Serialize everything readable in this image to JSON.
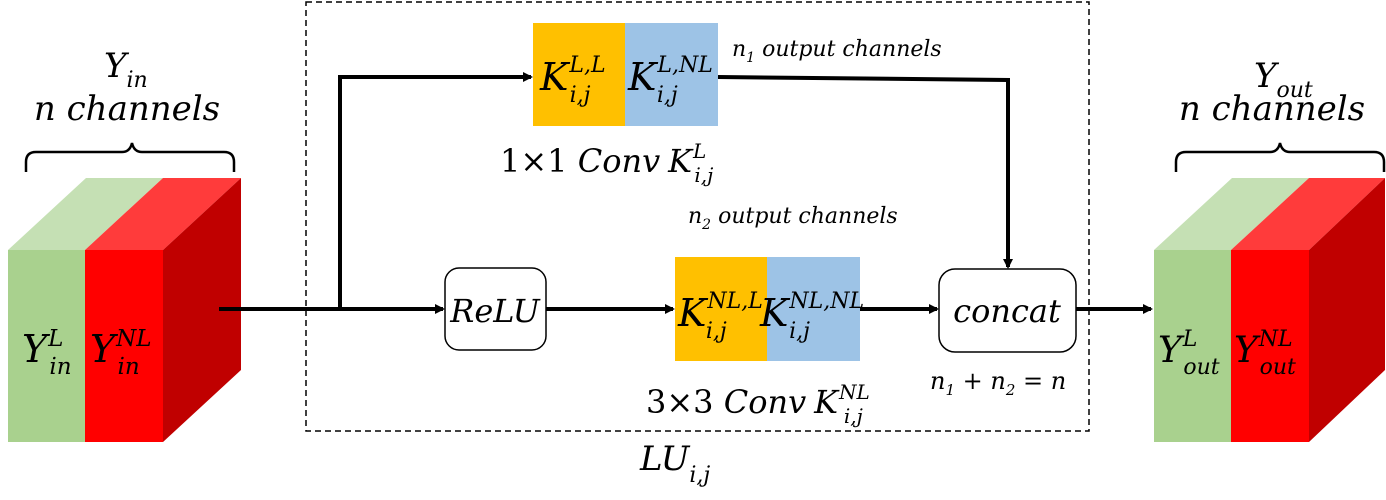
{
  "input": {
    "label_main": "Y",
    "label_sub": "in",
    "channels_label": "n channels",
    "left_face": {
      "main": "Y",
      "sub": "in",
      "sup": "L"
    },
    "right_face": {
      "main": "Y",
      "sub": "in",
      "sup": "NL"
    }
  },
  "output": {
    "label_main": "Y",
    "label_sub": "out",
    "channels_label": "n channels",
    "left_face": {
      "main": "Y",
      "sub": "out",
      "sup": "L"
    },
    "right_face": {
      "main": "Y",
      "sub": "out",
      "sup": "NL"
    }
  },
  "top_conv": {
    "k1": {
      "main": "K",
      "sub": "i,j",
      "sup": "L,L"
    },
    "k2": {
      "main": "K",
      "sub": "i,j",
      "sup": "L,NL"
    },
    "caption_prefix": "1×1 ",
    "caption_italic": "Conv",
    "caption_k": {
      "main": "K",
      "sub": "i,j",
      "sup": "L"
    },
    "output_label": {
      "var": "n",
      "sub": "1",
      "rest": " output channels"
    }
  },
  "bottom_conv": {
    "k1": {
      "main": "K",
      "sub": "i,j",
      "sup": "NL,L"
    },
    "k2": {
      "main": "K",
      "sub": "i,j",
      "sup": "NL,NL"
    },
    "caption_prefix": "3×3 ",
    "caption_italic": "Conv",
    "caption_k": {
      "main": "K",
      "sub": "i,j",
      "sup": "NL"
    },
    "output_label": {
      "var": "n",
      "sub": "2",
      "rest": " output channels"
    }
  },
  "relu_label": "ReLU",
  "concat_label": "concat",
  "sum_label": {
    "a": "n",
    "a_sub": "1",
    "plus": " + ",
    "b": "n",
    "b_sub": "2",
    "eq": " = ",
    "c": "n"
  },
  "unit_label": {
    "main": "LU",
    "sub": "i,j"
  },
  "colors": {
    "green_front": "#a9d18e",
    "green_top": "#c5e0b4",
    "red_front": "#ff0000",
    "red_top": "#ff3b3b",
    "red_side": "#c00000",
    "kernel_orange": "#ffc000",
    "kernel_blue": "#9dc3e6",
    "stroke": "#000000"
  }
}
